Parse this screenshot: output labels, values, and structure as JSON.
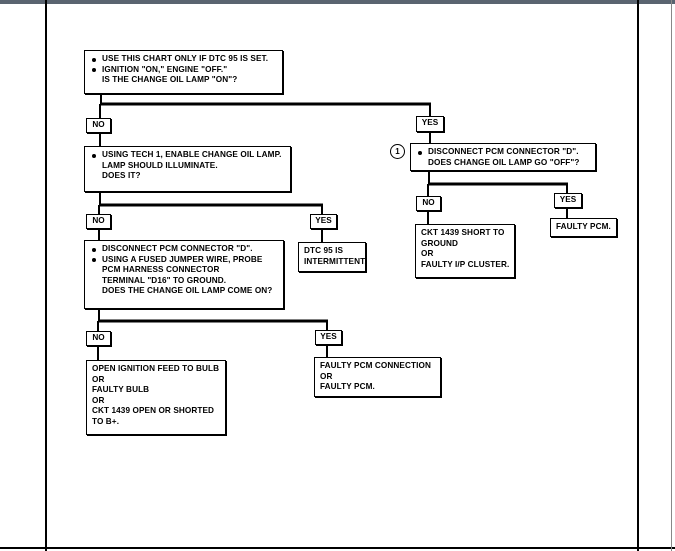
{
  "start": {
    "bullet1": "USE THIS CHART ONLY IF DTC 95 IS SET.",
    "bullet2": "IGNITION \"ON,\" ENGINE \"OFF.\"",
    "question": "IS THE CHANGE OIL LAMP \"ON\"?"
  },
  "left_branch": {
    "no_label": "NO",
    "tech1": {
      "bullet": "USING TECH 1, ENABLE CHANGE OIL LAMP.",
      "line2": "LAMP SHOULD ILLUMINATE.",
      "line3": "DOES IT?"
    },
    "no2_label": "NO",
    "yes2_label": "YES",
    "intermittent": {
      "line1": "DTC 95 IS",
      "line2": "INTERMITTENT."
    },
    "connector_test": {
      "bullet1": "DISCONNECT PCM CONNECTOR \"D\".",
      "bullet2": "USING A FUSED JUMPER WIRE, PROBE",
      "line3": "PCM HARNESS CONNECTOR",
      "line4": "TERMINAL \"D16\" TO GROUND.",
      "line5": "DOES THE CHANGE OIL LAMP COME ON?"
    },
    "no3_label": "NO",
    "yes3_label": "YES",
    "open_feed": {
      "line1": "OPEN IGNITION FEED TO BULB",
      "line2": "OR",
      "line3": "FAULTY BULB",
      "line4": "OR",
      "line5": "CKT 1439 OPEN OR SHORTED",
      "line6": "TO B+."
    },
    "faulty_conn": {
      "line1": "FAULTY PCM CONNECTION",
      "line2": "OR",
      "line3": "FAULTY PCM."
    }
  },
  "right_branch": {
    "yes_label": "YES",
    "step_marker": "1",
    "disconnect": {
      "bullet": "DISCONNECT PCM CONNECTOR \"D\".",
      "line2": "DOES CHANGE OIL LAMP GO \"OFF\"?"
    },
    "no_label": "NO",
    "yes2_label": "YES",
    "short_ground": {
      "line1": "CKT 1439 SHORT TO",
      "line2": "GROUND",
      "line3": "OR",
      "line4": "FAULTY I/P CLUSTER."
    },
    "faulty_pcm": "FAULTY PCM."
  }
}
